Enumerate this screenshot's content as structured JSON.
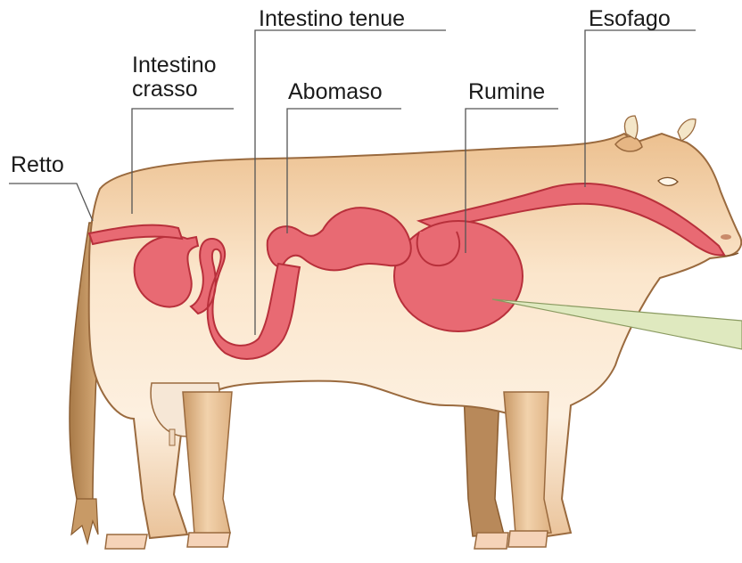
{
  "labels": {
    "intestino_tenue": "Intestino tenue",
    "esofago": "Esofago",
    "intestino_crasso": "Intestino crasso",
    "abomaso": "Abomaso",
    "rumine": "Rumine",
    "retto": "Retto"
  },
  "colors": {
    "body_fill": "#f0c99b",
    "body_outline": "#9a6a3e",
    "shadow_leg": "#b98856",
    "tail": "#c89a66",
    "hoof": "#f5d3b8",
    "udder": "#f6e7d6",
    "organ_fill": "#e86a73",
    "organ_outline": "#b8303b",
    "leader_line": "#555555",
    "pointer_fill": "#dfe9bf",
    "pointer_outline": "#8a9a60"
  }
}
